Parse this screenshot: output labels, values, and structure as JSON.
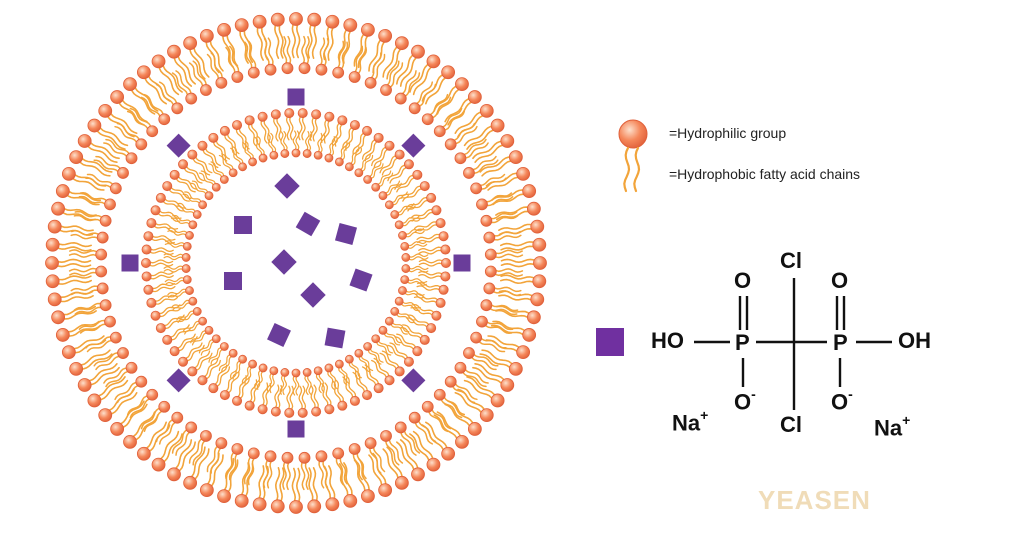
{
  "legend": {
    "head_label": "=Hydrophilic group",
    "tail_label": "=Hydrophobic fatty acid chains",
    "head_icon": "hydrophilic-head-icon",
    "tail_icon": "hydrophobic-tail-icon"
  },
  "molecule": {
    "marker_icon": "drug-square-icon",
    "labels": {
      "cl_top": "Cl",
      "cl_bottom": "Cl",
      "p_left": "P",
      "p_right": "P",
      "o_top_left": "O",
      "o_top_right": "O",
      "o_bottom_left": "O",
      "o_bottom_right": "O",
      "ho_left": "HO",
      "oh_right": "OH",
      "na_left": "Na",
      "na_right": "Na",
      "charge_minus": "-",
      "charge_plus": "+"
    }
  },
  "brand": {
    "name": "YEASEN"
  },
  "colors": {
    "head": "#f5875a",
    "head_outline": "#e0603a",
    "tail": "#f2a43a",
    "drug": "#6a3d9a",
    "marker": "#7030a0"
  }
}
